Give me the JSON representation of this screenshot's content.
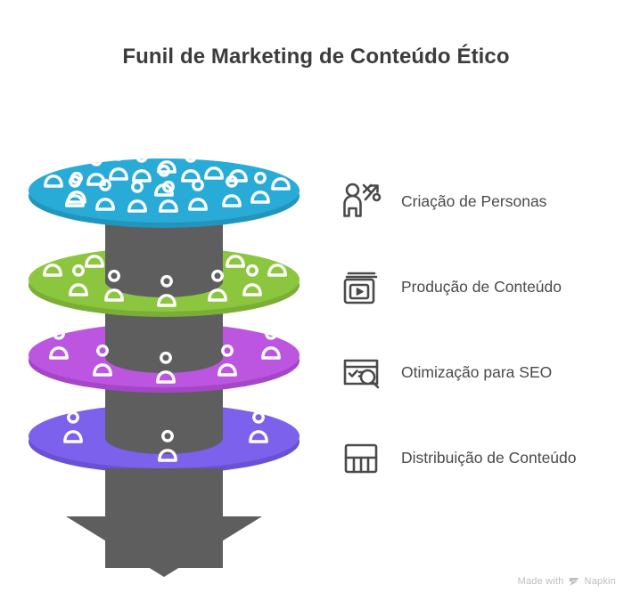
{
  "page": {
    "title": "Funil de Marketing de Conteúdo Ético",
    "background": "#ffffff"
  },
  "watermark": {
    "prefix": "Made with",
    "brand": "Napkin",
    "logo_icon": "napkin-chevrons-icon",
    "color": "#bdbdbd"
  },
  "funnel": {
    "arrow_icon": "down-arrow",
    "cylinder_color": "#5e5e5e",
    "arrow_color": "#5e5e5e",
    "person_color": "#555555",
    "person_outline": "#ffffff",
    "stages": [
      {
        "id": "criacao-de-personas",
        "label": "Criação de Personas",
        "color": "#29abd8",
        "color_shadow": "#2295bd",
        "people": 18,
        "icon": "persona-strategy-icon"
      },
      {
        "id": "producao-de-conteudo",
        "label": "Produção de Conteúdo",
        "color": "#8cc63e",
        "color_shadow": "#7bae35",
        "people": 9,
        "icon": "book-play-icon"
      },
      {
        "id": "otimizacao-para-seo",
        "label": "Otimização para SEO",
        "color": "#bc56e0",
        "color_shadow": "#a546c9",
        "people": 5,
        "icon": "browser-search-icon"
      },
      {
        "id": "distribuicao-de-conteudo",
        "label": "Distribuição de Conteúdo",
        "color": "#7b61ec",
        "color_shadow": "#6a51d4",
        "people": 3,
        "icon": "distribution-grid-icon"
      }
    ]
  },
  "legend": {
    "items": [
      {
        "label": "Criação de Personas",
        "icon": "persona-strategy-icon"
      },
      {
        "label": "Produção de Conteúdo",
        "icon": "book-play-icon"
      },
      {
        "label": "Otimização para SEO",
        "icon": "browser-search-icon"
      },
      {
        "label": "Distribuição de Conteúdo",
        "icon": "distribution-grid-icon"
      }
    ]
  },
  "chart_data": {
    "type": "funnel",
    "title": "Funil de Marketing de Conteúdo Ético",
    "categories": [
      "Criação de Personas",
      "Produção de Conteúdo",
      "Otimização para SEO",
      "Distribuição de Conteúdo"
    ],
    "values": [
      18,
      9,
      5,
      3
    ],
    "value_unit": "person icons",
    "colors": [
      "#29abd8",
      "#8cc63e",
      "#bc56e0",
      "#7b61ec"
    ],
    "xlabel": "",
    "ylabel": "",
    "legend": "right",
    "grid": false
  }
}
